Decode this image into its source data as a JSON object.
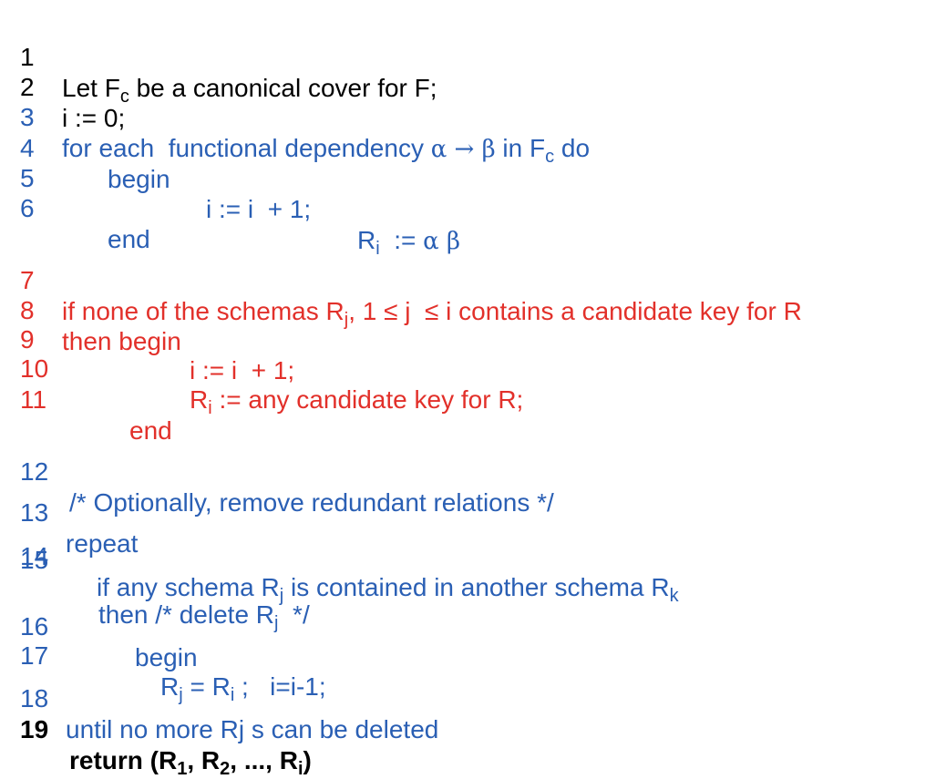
{
  "lines": [
    {
      "num": "1",
      "color": "black",
      "parts": [
        "Let F",
        "c",
        " be a canonical cover for F;"
      ]
    },
    {
      "num": "2",
      "color": "black",
      "parts": [
        "i := 0;"
      ]
    },
    {
      "num": "3",
      "color": "blue",
      "parts": [
        "for each  functional dependency ",
        "α → β",
        " in F",
        "c",
        " do"
      ]
    },
    {
      "num": "4",
      "color": "blue",
      "parts": [
        "begin"
      ]
    },
    {
      "num": "5",
      "color": "blue",
      "parts": [
        "i := i  + 1;",
        "R",
        "i",
        "  := ",
        "α β"
      ]
    },
    {
      "num": "6",
      "color": "blue",
      "parts": [
        "end"
      ]
    },
    {
      "num": "7",
      "color": "red",
      "parts": [
        "if none of the schemas R",
        "j",
        ", 1 ≤ j  ≤ i contains a candidate key for R"
      ]
    },
    {
      "num": "8",
      "color": "red",
      "parts": [
        "then begin"
      ]
    },
    {
      "num": "9",
      "color": "red",
      "parts": [
        "i := i  + 1;"
      ]
    },
    {
      "num": "10",
      "color": "red",
      "parts": [
        "R",
        "i",
        " := any candidate key for R;"
      ]
    },
    {
      "num": "11",
      "color": "red",
      "parts": [
        "end"
      ]
    },
    {
      "num": "12",
      "color": "blue",
      "parts": [
        "/* Optionally, remove redundant relations */"
      ]
    },
    {
      "num": "13",
      "color": "blue",
      "parts": [
        "repeat"
      ]
    },
    {
      "num": "14",
      "color": "blue",
      "parts": [
        "if any schema R",
        "j",
        " is contained in another schema R",
        "k"
      ]
    },
    {
      "num": "15",
      "color": "blue",
      "parts": [
        "then /* delete R",
        "j",
        "  */"
      ]
    },
    {
      "num": "16",
      "color": "blue",
      "parts": [
        "begin"
      ]
    },
    {
      "num": "17",
      "color": "blue",
      "parts": [
        "R",
        "j",
        " = R",
        "i",
        " ;   i=i-1;"
      ]
    },
    {
      "num": "18",
      "color": "blue",
      "parts": [
        "until no more Rj s can be deleted"
      ]
    },
    {
      "num": "19",
      "color": "black",
      "parts": [
        "return (R",
        "1",
        ", R",
        "2",
        ", ..., R",
        "i",
        ")"
      ]
    }
  ]
}
